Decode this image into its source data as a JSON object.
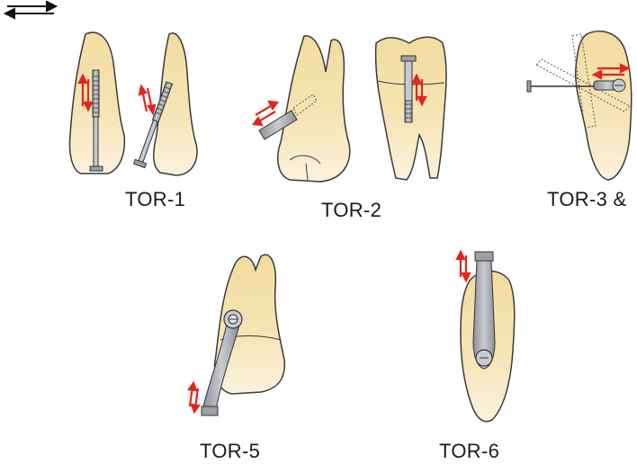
{
  "labels": {
    "tor1": "TOR-1",
    "tor2": "TOR-2",
    "tor34": "TOR-3 &",
    "tor5": "TOR-5",
    "tor6": "TOR-6"
  },
  "colors": {
    "tooth_root": "#f2dca0",
    "tooth_crown": "#fbf2dd",
    "tooth_outline": "#3a3a3a",
    "instrument_metal": "#b0b3b8",
    "instrument_dark": "#6e7278",
    "arrow_red": "#e0261f"
  },
  "icons": {
    "direction_indicator": "double-arrow-icon"
  }
}
